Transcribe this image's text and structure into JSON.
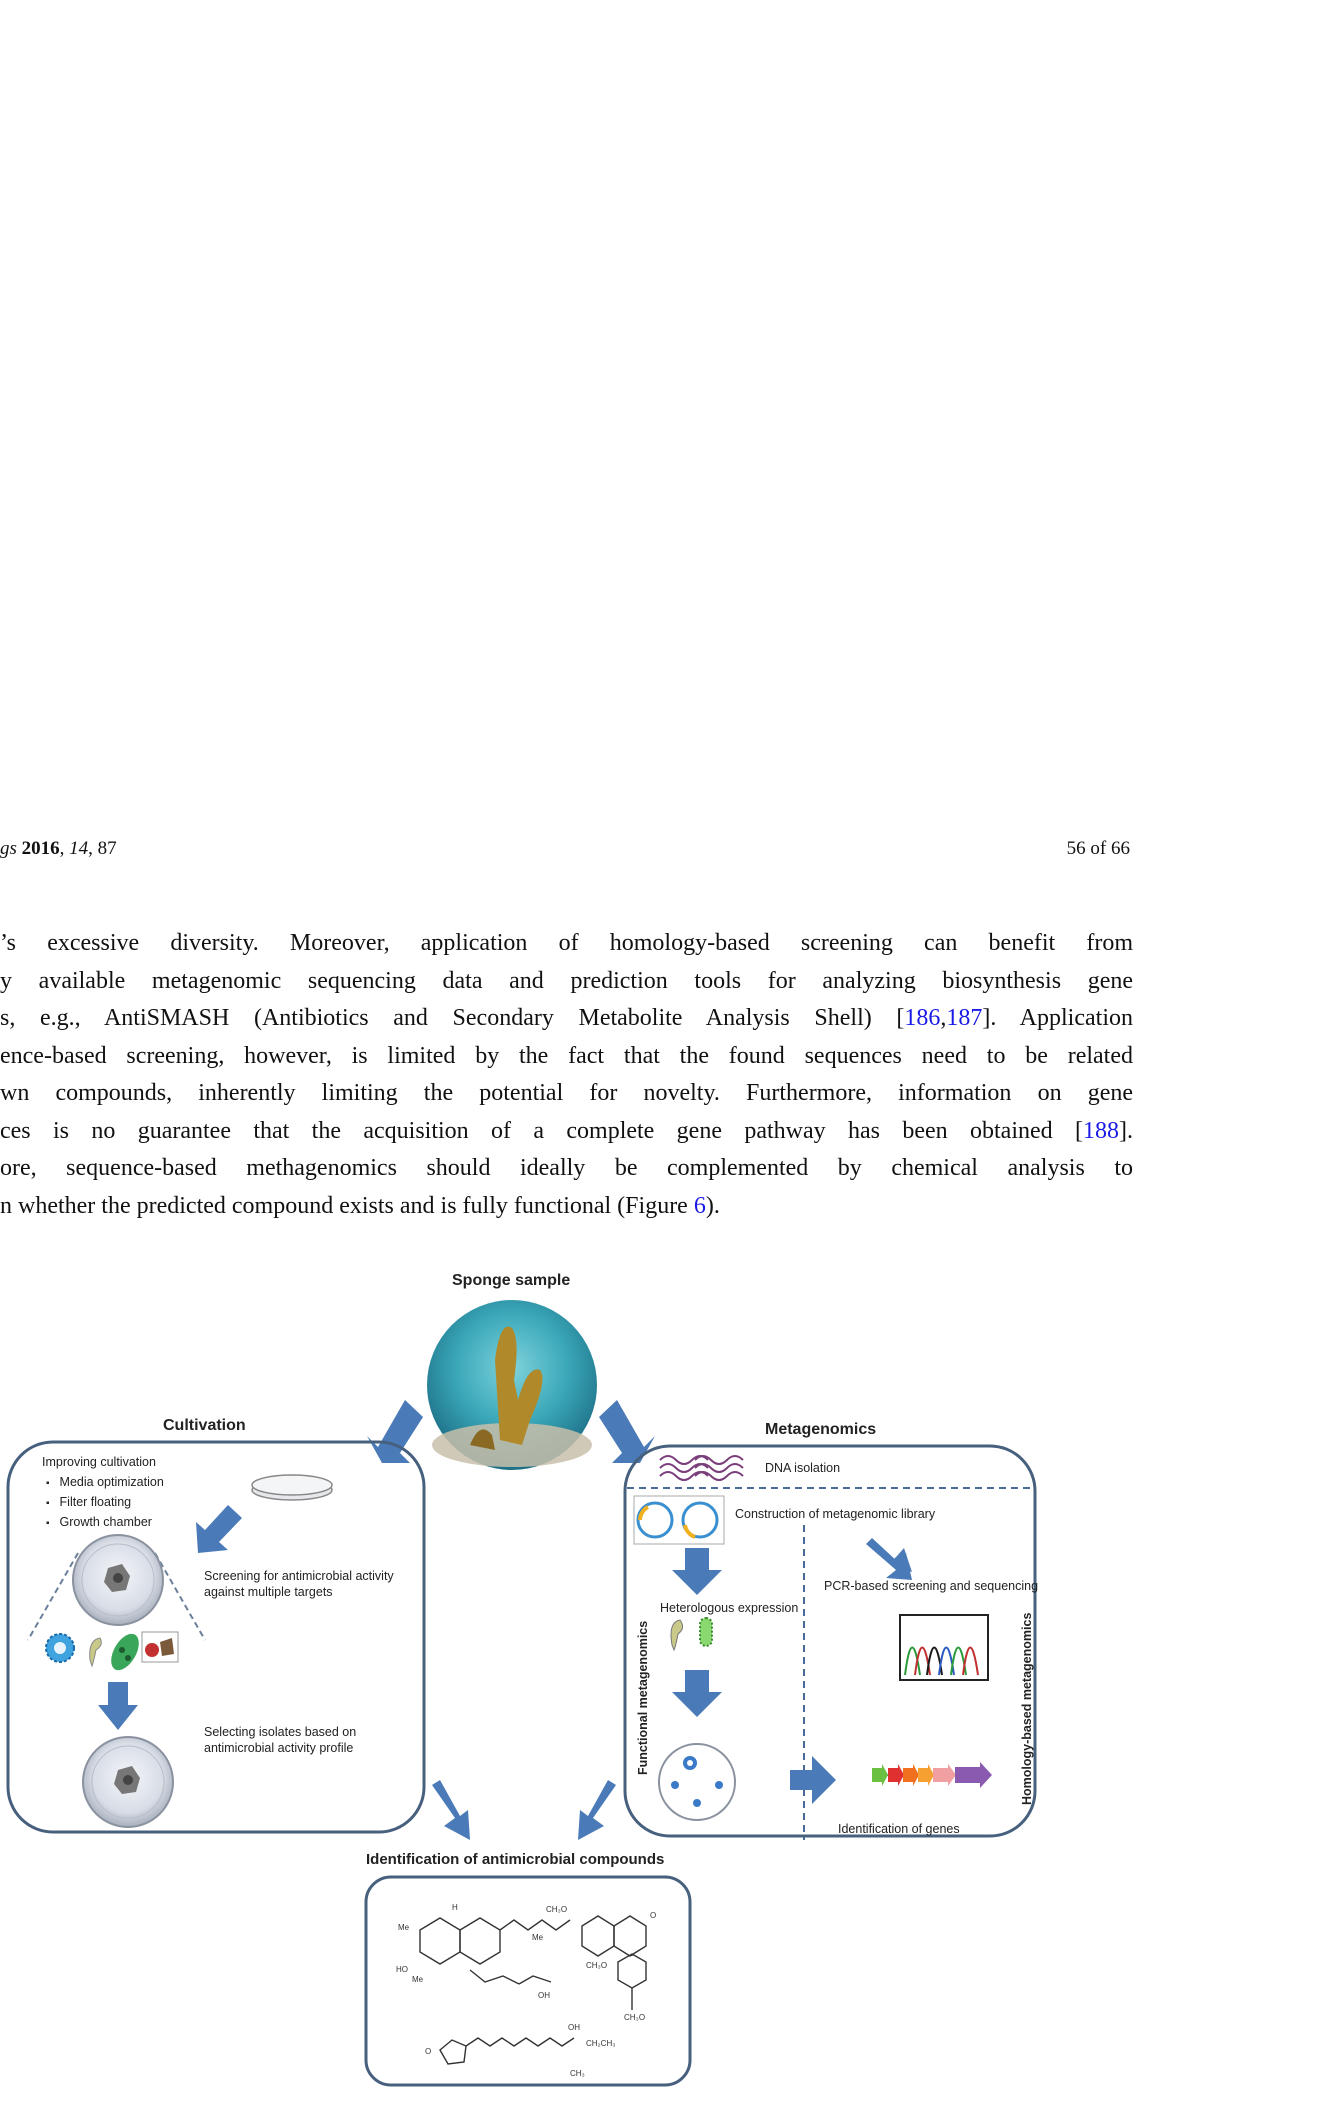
{
  "header": {
    "journal_prefix": "gs",
    "year": "2016",
    "volume": "14",
    "article": "87",
    "page_info": "56 of 66"
  },
  "paragraph": {
    "lines": [
      "’s excessive diversity. Moreover, application of homology-based screening can benefit from",
      "y available metagenomic sequencing data and prediction tools for analyzing biosynthesis gene",
      "s, e.g., AntiSMASH (Antibiotics and Secondary Metabolite Analysis Shell) [",
      "ence-based screening, however, is limited by the fact that the found sequences need to be related",
      "wn compounds, inherently limiting the potential for novelty. Furthermore, information on gene",
      "ces is no guarantee that the acquisition of a complete gene pathway has been obtained [",
      "ore, sequence-based methagenomics should ideally be complemented by chemical analysis to",
      "n whether the predicted compound exists and is fully functional (Figure "
    ],
    "line3_ref1": "186",
    "line3_ref2": "187",
    "line3_tail": "]. Application",
    "line6_ref": "188",
    "line6_tail": "].",
    "line8_ref": "6",
    "line8_tail": ")."
  },
  "figure": {
    "sponge_title": "Sponge sample",
    "cultivation": {
      "title": "Cultivation",
      "improving": "Improving cultivation",
      "bullets": [
        "Media optimization",
        "Filter floating",
        "Growth chamber"
      ],
      "screening": [
        "Screening for antimicrobial  activity",
        "against multiple targets"
      ],
      "selecting": [
        "Selecting isolates based on",
        "antimicrobial activity profile"
      ]
    },
    "metagenomics": {
      "title": "Metagenomics",
      "dna": "DNA isolation",
      "construction": "Construction of  metagenomic library",
      "heterologous": "Heterologous expression",
      "pcr": "PCR-based screening and sequencing",
      "functional": "Functional metagenomics",
      "homology": "Homology-based metagenomics",
      "identification_genes": "Identification of genes"
    },
    "compounds_title": "Identification of antimicrobial compounds",
    "colors": {
      "arrow": "#4a7ab8",
      "box_border": "#46607e",
      "dashed": "#4a6a9a"
    }
  }
}
